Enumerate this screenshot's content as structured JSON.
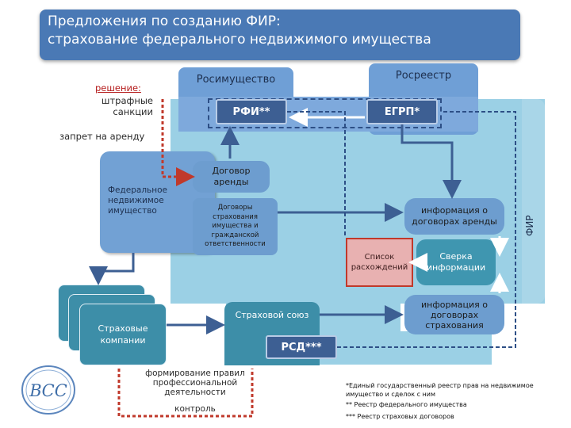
{
  "title": {
    "line1": "Предложения по созданию ФИР:",
    "line2": "страхование федерального недвижимого имущества"
  },
  "nodes": {
    "rosimushchestvo": "Росимущество",
    "rosreestr": "Росреестр",
    "rfi": "РФИ**",
    "egrp": "ЕГРП*",
    "reshenie": "решение:",
    "shtrafnye": "штрафные",
    "sanktsii": "санкции",
    "zapret": "запрет на аренду",
    "fed_line1": "Федеральное",
    "fed_line2": "недвижимое",
    "fed_line3": "имущество",
    "dogovor_line1": "Договор",
    "dogovor_line2": "аренды",
    "strakh_dogovory": [
      "Договоры",
      "страхования",
      "имущества и",
      "гражданской",
      "ответственности"
    ],
    "info_arenda_line1": "информация о",
    "info_arenda_line2": "договорах аренды",
    "fir": "ФИР",
    "spisok_line1": "Список",
    "spisok_line2": "расхождений",
    "sverka_line1": "Сверка",
    "sverka_line2": "информации",
    "info_strakh": [
      "информация о",
      "договорах",
      "страхования"
    ],
    "strakh_soyuz": "Страховой союз",
    "rsd": "РСД***",
    "strakh_komp_line1": "Страховые",
    "strakh_komp_line2": "компании",
    "formirovanie": [
      "формирование правил",
      "профессиональной",
      "деятельности"
    ],
    "kontrol": "контроль",
    "logo_text": "ВСС"
  },
  "footnotes": {
    "n1_line1": "*Единый государственный реестр прав на недвижимое",
    "n1_line2": "имущество и сделок с ним",
    "n2": "** Реестр федерального имущества",
    "n3": "*** Реестр страховых договоров"
  },
  "colors": {
    "title_bg": "#4a79b5",
    "light_blue": "#9bd0e5",
    "mid_blue": "#6f9fd6",
    "dark_box": "#3d5f93",
    "teal": "#3d8ea8",
    "red_dashed": "#c0392b",
    "pink_box": "#e8b1b1"
  }
}
